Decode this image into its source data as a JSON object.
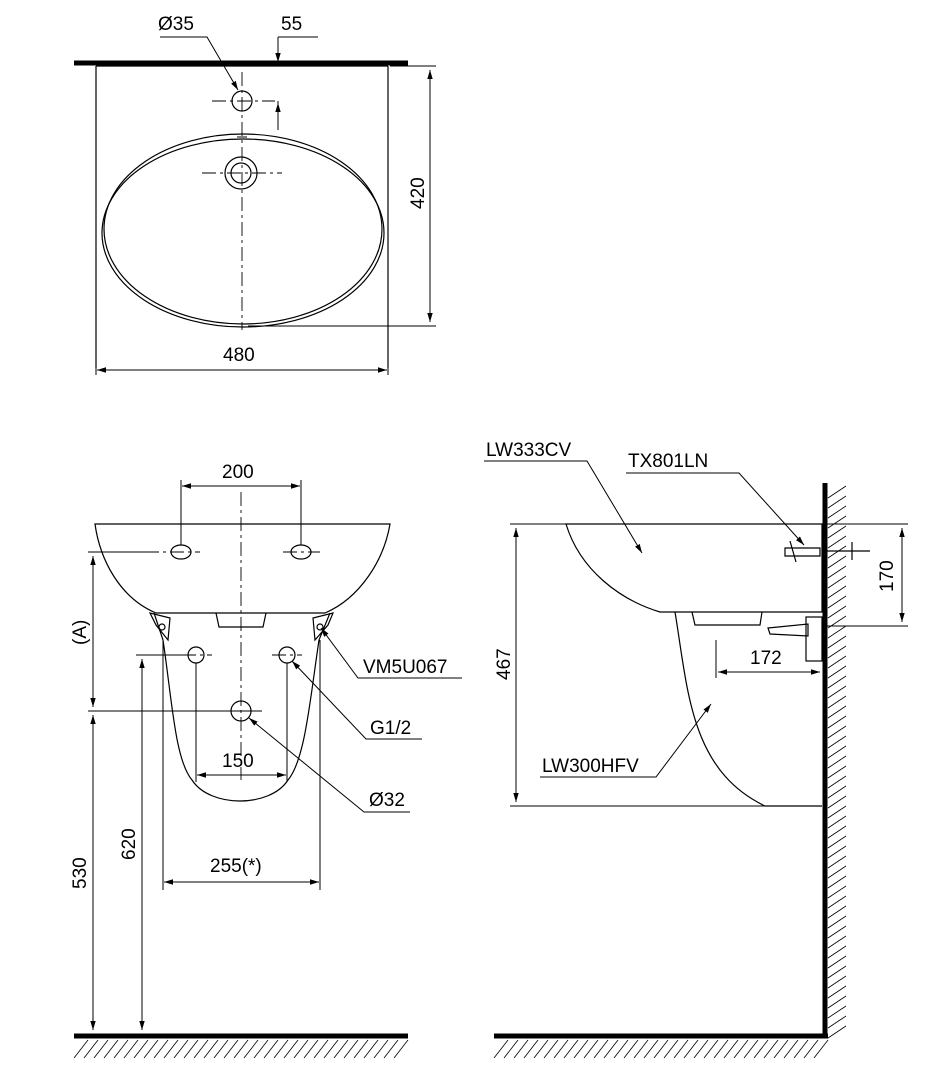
{
  "top_view": {
    "dim_hole_diameter": "Ø35",
    "dim_hole_offset": "55",
    "dim_height": "420",
    "dim_width": "480"
  },
  "front_view": {
    "dim_tap_spacing": "200",
    "dim_a": "(A)",
    "dim_pipe_spacing": "150",
    "dim_pedestal_width": "255(*)",
    "dim_530": "530",
    "dim_620": "620",
    "label_bracket": "VM5U067",
    "label_thread": "G1/2",
    "label_drain": "Ø32"
  },
  "side_view": {
    "label_basin": "LW333CV",
    "label_trap": "TX801LN",
    "label_pedestal": "LW300HFV",
    "dim_467": "467",
    "dim_170": "170",
    "dim_172": "172"
  }
}
